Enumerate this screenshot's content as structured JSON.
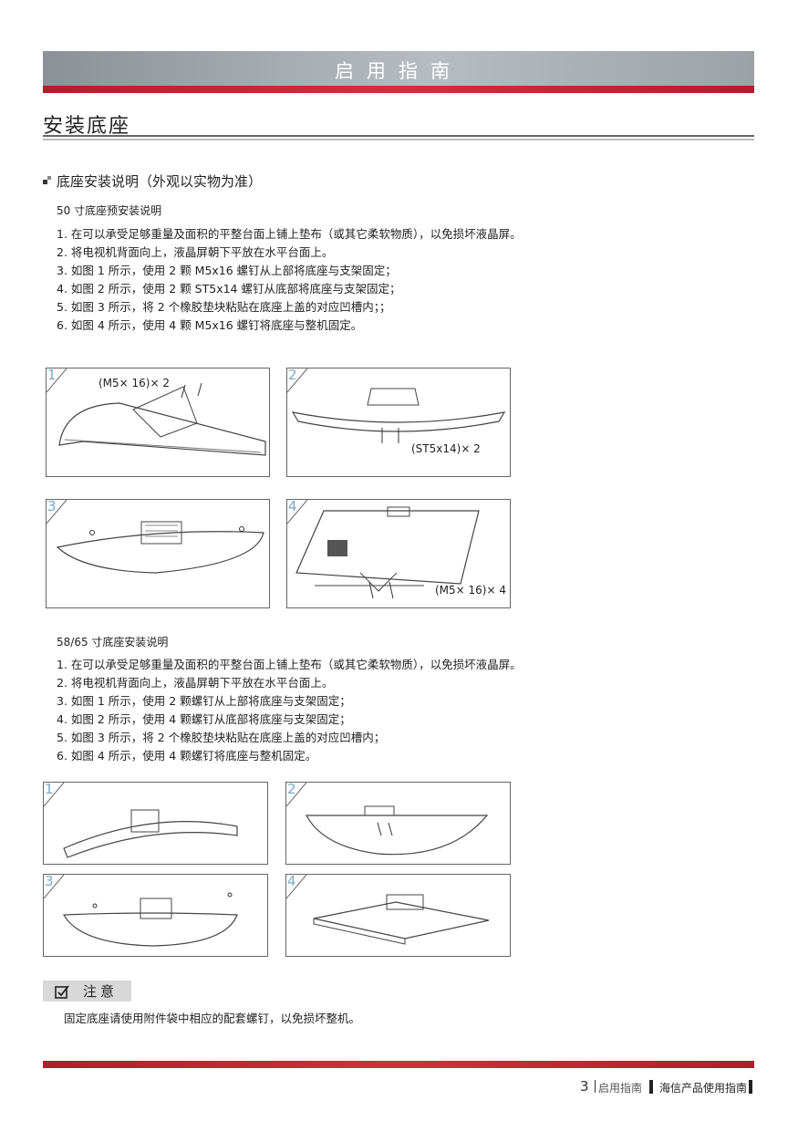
{
  "header": {
    "title": "启用指南"
  },
  "section": {
    "title": "安装底座"
  },
  "subsection": {
    "title": "底座安装说明（外观以实物为准）"
  },
  "block50": {
    "heading": "50 寸底座预安装说明",
    "steps": [
      "1. 在可以承受足够重量及面积的平整台面上铺上垫布（或其它柔软物质），以免损坏液晶屏。",
      "2. 将电视机背面向上，液晶屏朝下平放在水平台面上。",
      "3. 如图 1 所示，使用 2 颗 M5x16 螺钉从上部将底座与支架固定；",
      "4. 如图 2 所示，使用 2 颗 ST5x14 螺钉从底部将底座与支架固定；",
      "5. 如图 3 所示，将 2 个橡胶垫块粘贴在底座上盖的对应凹槽内；；",
      "6. 如图 4 所示，使用 4 颗 M5x16 螺钉将底座与整机固定。"
    ],
    "figures": [
      {
        "number": "1",
        "label": "(M5× 16)× 2"
      },
      {
        "number": "2",
        "label": "(ST5x14)× 2"
      },
      {
        "number": "3",
        "label": ""
      },
      {
        "number": "4",
        "label": "(M5× 16)× 4"
      }
    ]
  },
  "block58": {
    "heading": "58/65 寸底座安装说明",
    "steps": [
      "1. 在可以承受足够重量及面积的平整台面上铺上垫布（或其它柔软物质），以免损坏液晶屏。",
      "2. 将电视机背面向上，液晶屏朝下平放在水平台面上。",
      "3. 如图 1 所示，使用 2 颗螺钉从上部将底座与支架固定；",
      "4. 如图 2 所示，使用 4 颗螺钉从底部将底座与支架固定；",
      "5. 如图 3 所示，将 2 个橡胶垫块粘贴在底座上盖的对应凹槽内；",
      "6. 如图 4 所示，使用 4 颗螺钉将底座与整机固定。"
    ],
    "figures": [
      {
        "number": "1"
      },
      {
        "number": "2"
      },
      {
        "number": "3"
      },
      {
        "number": "4"
      }
    ]
  },
  "note": {
    "title": "注意",
    "icon": "checkbox-pen-icon",
    "text": "固定底座请使用附件袋中相应的配套螺钉，以免损坏整机。"
  },
  "footer": {
    "page": "3",
    "section": "启用指南",
    "manual": "海信产品使用指南"
  },
  "colors": {
    "accent_red": "#c8282f",
    "header_gray": "#a8adb3",
    "figure_number": "#7aa8c8"
  }
}
